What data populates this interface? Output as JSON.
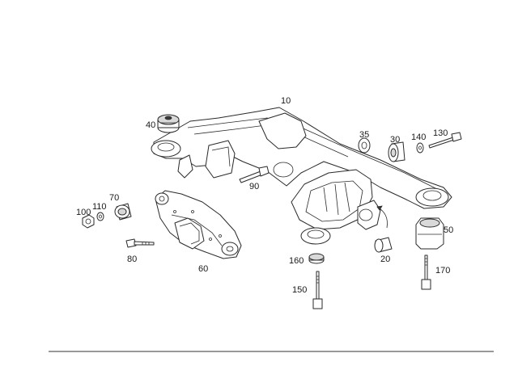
{
  "diagram": {
    "callouts": [
      {
        "id": "10",
        "text": "10"
      },
      {
        "id": "20",
        "text": "20"
      },
      {
        "id": "30",
        "text": "30"
      },
      {
        "id": "35",
        "text": "35"
      },
      {
        "id": "40",
        "text": "40"
      },
      {
        "id": "50",
        "text": "50"
      },
      {
        "id": "60",
        "text": "60"
      },
      {
        "id": "70",
        "text": "70"
      },
      {
        "id": "80",
        "text": "80"
      },
      {
        "id": "90",
        "text": "90"
      },
      {
        "id": "100",
        "text": "100"
      },
      {
        "id": "110",
        "text": "110"
      },
      {
        "id": "130",
        "text": "130"
      },
      {
        "id": "140",
        "text": "140"
      },
      {
        "id": "150",
        "text": "150"
      },
      {
        "id": "160",
        "text": "160"
      },
      {
        "id": "170",
        "text": "170"
      }
    ]
  },
  "colors": {
    "line": "#2a2a2a",
    "background": "#ffffff",
    "shade": "#d9d9d9"
  }
}
